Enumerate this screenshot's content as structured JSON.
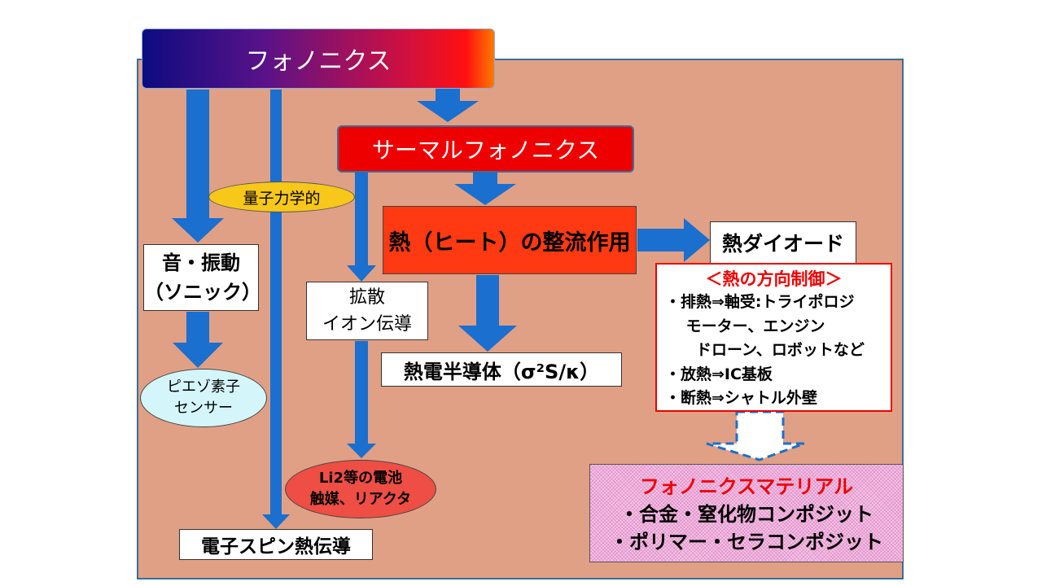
{
  "photonics": "フォノニクス",
  "thermal_photonics": "サーマルフォノニクス",
  "quantum_label": "量子力学的",
  "sound_vibration": "音・振動\n（ソニック）",
  "piezo": "ピエゾ素子\nセンサー",
  "diffusion": "拡散\nイオン伝導",
  "battery": "Li2等の電池\n触媒、リアクタ",
  "electron_spin": "電子スピン熱伝導",
  "heat_rectification": "熱（ヒート）の整流作用",
  "thermal_diode": "熱ダイオード",
  "thermoelectric": "熱電半導体（σ²S/κ）",
  "direction_control": {
    "title": "＜熱の方向制御＞",
    "lines": [
      "・排熱⇒軸受:トライポロジ",
      "　 モーター、エンジン",
      "　　ドローン、ロボットなど",
      "・放熱⇒IC基板",
      "・断熱⇒シャトル外壁"
    ]
  },
  "materials": {
    "title": "フォノニクスマテリアル",
    "line1": "・合金・窒化物コンポジット",
    "line2": "・ポリマー・セラコンポジット"
  },
  "colors": {
    "panel": "#e0a085",
    "arrow": "#1a6fcf",
    "thermal_box": "#ee0000",
    "heat_rect": "#ff3a12",
    "quantum_ellipse": "#f7c71a",
    "piezo_ellipse": "#d4f6fb",
    "battery_ellipse": "#ee4e44"
  }
}
